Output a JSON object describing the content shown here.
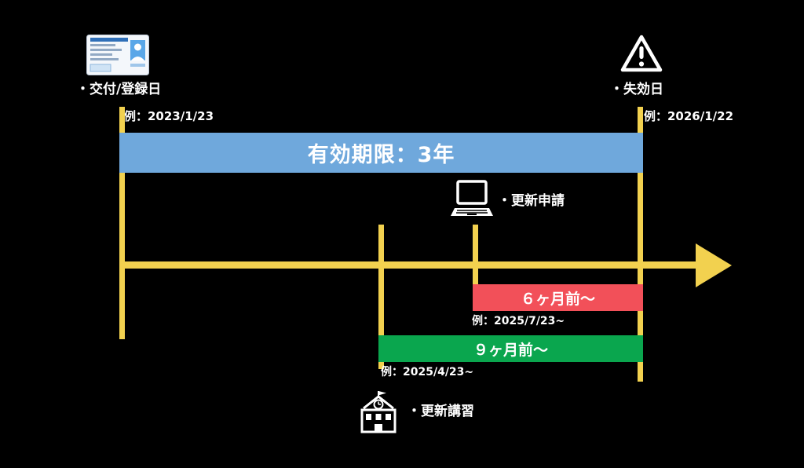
{
  "colors": {
    "background": "#000000",
    "axis_yellow": "#F2D14F",
    "validity_blue": "#6FA8DC",
    "six_month_red": "#F25059",
    "nine_month_green": "#0AA64E",
    "text": "#FFFFFF"
  },
  "issue": {
    "label": "・交付/登録日",
    "example": "例：2023/1/23",
    "icon": "license-card-icon"
  },
  "expiry": {
    "label": "・失効日",
    "example": "例：2026/1/22",
    "icon": "warning-triangle-icon"
  },
  "validity": {
    "label": "有効期限：3年"
  },
  "renewal_application": {
    "label": "・更新申請",
    "icon": "laptop-icon"
  },
  "six_months": {
    "label": "６ヶ月前～",
    "example": "例：2025/7/23~"
  },
  "nine_months": {
    "label": "９ヶ月前～",
    "example": "例：2025/4/23~"
  },
  "renewal_training": {
    "label": "・更新講習",
    "icon": "school-icon"
  }
}
